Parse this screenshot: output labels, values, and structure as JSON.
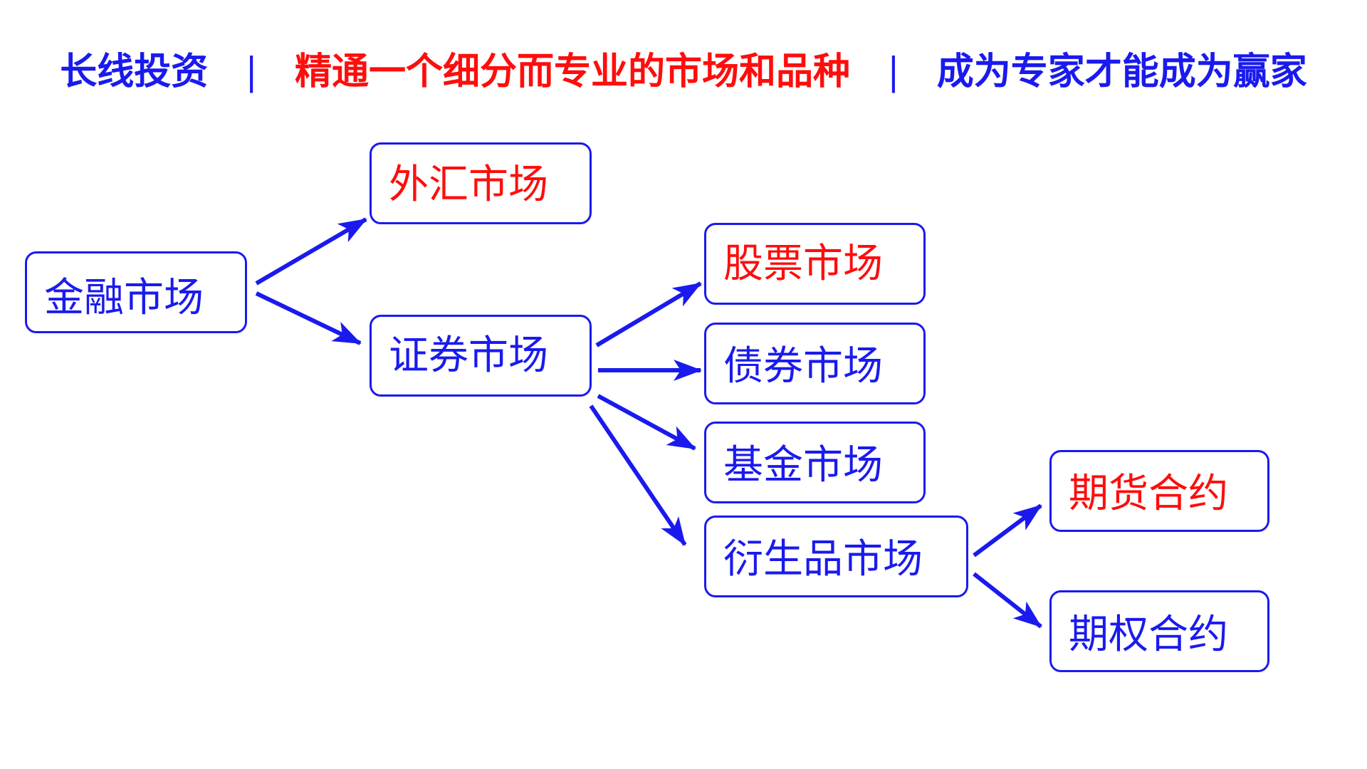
{
  "header": {
    "part1": "长线投资",
    "separator": "|",
    "part2": "精通一个细分而专业的市场和品种",
    "part3": "成为专家才能成为赢家"
  },
  "nodes": {
    "financial_market": "金融市场",
    "forex_market": "外汇市场",
    "securities_market": "证券市场",
    "stock_market": "股票市场",
    "bond_market": "债券市场",
    "fund_market": "基金市场",
    "derivatives_market": "衍生品市场",
    "futures_contract": "期货合约",
    "options_contract": "期权合约"
  },
  "colors": {
    "primary": "#1a1aee",
    "highlight": "#ff0d0d",
    "background": "#ffffff"
  }
}
